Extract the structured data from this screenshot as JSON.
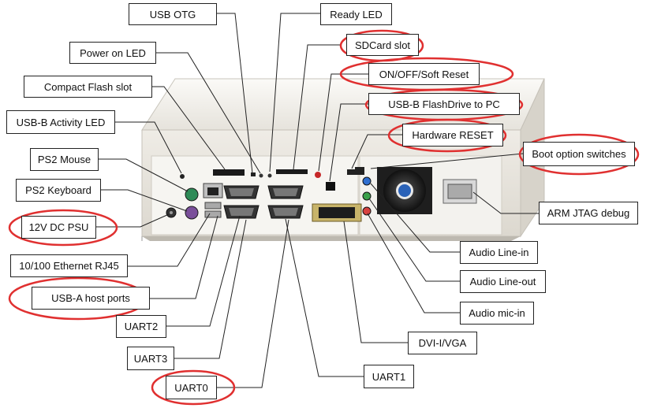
{
  "labels": {
    "usb_otg": "USB OTG",
    "ready_led": "Ready LED",
    "power_on_led": "Power on LED",
    "sdcard_slot": "SDCard slot",
    "compact_flash_slot": "Compact Flash slot",
    "on_off_reset": "ON/OFF/Soft Reset",
    "usb_b_flashdrive": "USB-B FlashDrive to PC",
    "usb_b_activity_led": "USB-B Activity LED",
    "hardware_reset": "Hardware RESET",
    "ps2_mouse": "PS2 Mouse",
    "boot_option_switches": "Boot option switches",
    "ps2_keyboard": "PS2 Keyboard",
    "arm_jtag_debug": "ARM JTAG debug",
    "dc_psu": "12V DC PSU",
    "ethernet": "10/100 Ethernet RJ45",
    "audio_line_in": "Audio Line-in",
    "usb_a_host_ports": "USB-A host ports",
    "audio_line_out": "Audio Line-out",
    "audio_mic_in": "Audio mic-in",
    "uart2": "UART2",
    "dvi_vga": "DVI-I/VGA",
    "uart3": "UART3",
    "uart1": "UART1",
    "uart0": "UART0"
  },
  "colors": {
    "highlight_ring": "#e03030",
    "leader_line": "#222222",
    "case_face": "#ece9e2",
    "panel": "#f4f3ef"
  }
}
